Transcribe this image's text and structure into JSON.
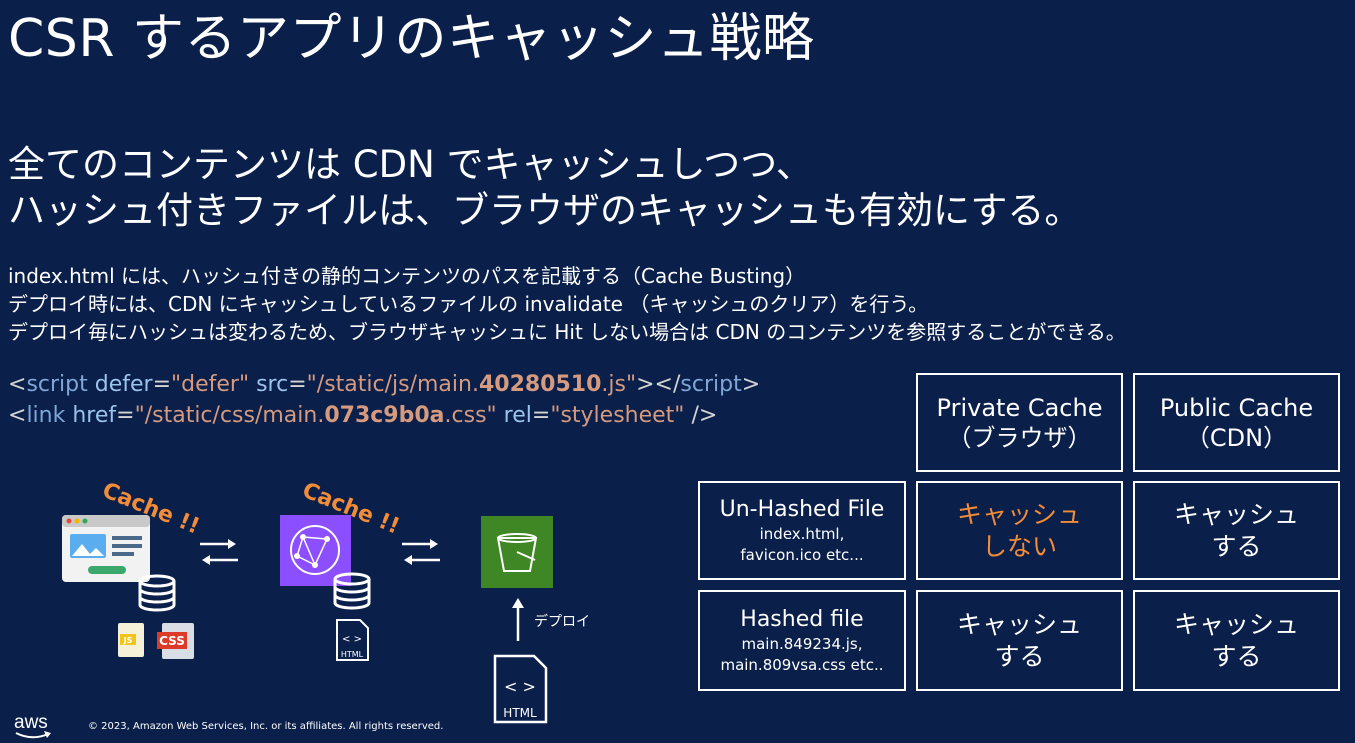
{
  "title": "CSR するアプリのキャッシュ戦略",
  "headline": [
    "全てのコンテンツは CDN でキャッシュしつつ、",
    "ハッシュ付きファイルは、ブラウザのキャッシュも有効にする。"
  ],
  "body": [
    "index.html には、ハッシュ付きの静的コンテンツのパスを記載する（Cache Busting）",
    "デプロイ時には、CDN にキャッシュしているファイルの invalidate （キャッシュのクリア）を行う。",
    "デプロイ毎にハッシュは変わるため、ブラウザキャッシュに Hit しない場合は CDN のコンテンツを参照することができる。"
  ],
  "code": {
    "line1": {
      "open": "<",
      "tag": "script",
      "attr1": "defer",
      "eq1": "=",
      "val1": "\"defer\"",
      "attr2": "src",
      "eq2": "=",
      "val2_pre": "\"/static/js/main.",
      "val2_hash": "40280510",
      "val2_post": ".js\"",
      "close_open": "></",
      "close_tag": "script",
      "close_end": ">"
    },
    "line2": {
      "open": "<",
      "tag": "link",
      "attr1": "href",
      "eq1": "=",
      "val1_pre": "\"/static/css/main.",
      "val1_hash": "073c9b0a",
      "val1_post": ".css\"",
      "attr2": "rel",
      "eq2": "=",
      "val2": "\"stylesheet\"",
      "end": "/>"
    }
  },
  "table": {
    "headers": [
      {
        "line1": "Private Cache",
        "line2": "（ブラウザ）"
      },
      {
        "line1": "Public Cache",
        "line2": "（CDN）"
      }
    ],
    "rows": [
      {
        "title": "Un-Hashed File",
        "sub1": "index.html,",
        "sub2": "favicon.ico etc...",
        "private_l1": "キャッシュ",
        "private_l2": "しない",
        "public_l1": "キャッシュ",
        "public_l2": "する"
      },
      {
        "title": "Hashed file",
        "sub1": "main.849234.js,",
        "sub2": "main.809vsa.css  etc..",
        "private_l1": "キャッシュ",
        "private_l2": "する",
        "public_l1": "キャッシュ",
        "public_l2": "する"
      }
    ]
  },
  "diagram": {
    "cache_label_1": "Cache !!",
    "cache_label_2": "Cache !!",
    "js_label": "JS",
    "css_label": "CSS",
    "html_label_small": "HTML",
    "html_label_large": "HTML",
    "deploy_label": "デプロイ",
    "code_glyph": "< >"
  },
  "colors": {
    "background": "#0a1f4a",
    "accent_orange": "#f28c38",
    "cdn_purple": "#8c4fff",
    "s3_green": "#3f8624",
    "css_red": "#dd3a2a",
    "js_yellow": "#f0c419"
  },
  "footer": {
    "logo": "aws",
    "copyright": "© 2023, Amazon Web Services, Inc. or its affiliates. All rights reserved."
  }
}
